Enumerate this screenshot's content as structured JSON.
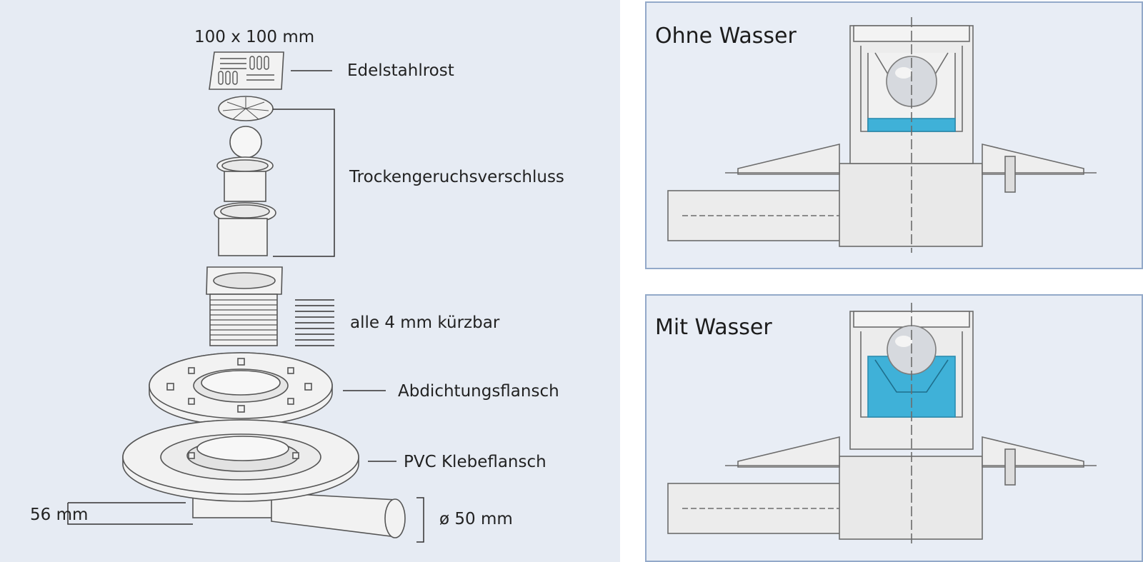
{
  "left": {
    "size_label": "100 x 100 mm",
    "parts": {
      "grate": "Edelstahlrost",
      "trap": "Trockengeruchsverschluss",
      "extension": "alle 4 mm kürzbar",
      "sealing_flange": "Abdichtungsflansch",
      "pvc_flange": "PVC Klebeflansch"
    },
    "height_label": "56 mm",
    "diameter_label": "ø 50 mm"
  },
  "right": {
    "top_title": "Ohne Wasser",
    "bottom_title": "Mit Wasser"
  },
  "colors": {
    "water": "#3fb1d8",
    "line": "#6c6c6c",
    "frame": "#93a9c9"
  }
}
